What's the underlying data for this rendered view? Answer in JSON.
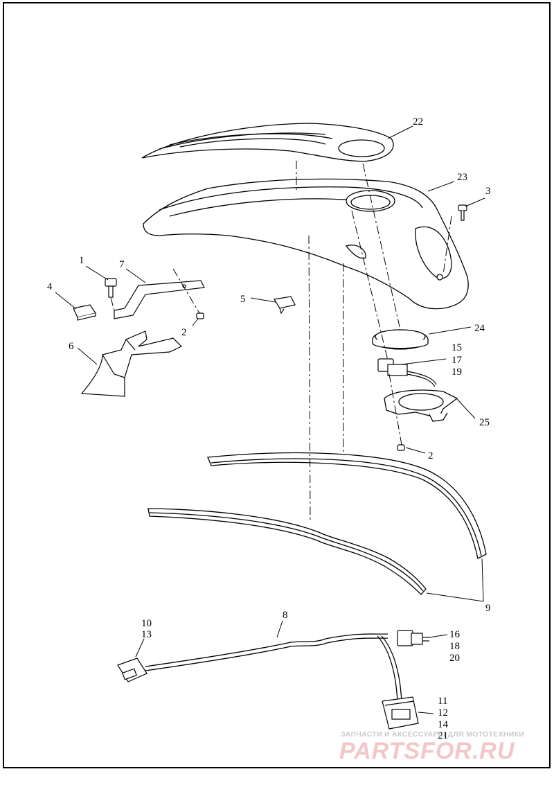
{
  "callouts": {
    "c1": "1",
    "c2a": "2",
    "c2b": "2",
    "c3": "3",
    "c4": "4",
    "c5": "5",
    "c6": "6",
    "c7": "7",
    "c8": "8",
    "c9": "9",
    "c10": "10",
    "c13": "13",
    "c11": "11",
    "c12": "12",
    "c14": "14",
    "c21": "21",
    "c15": "15",
    "c17": "17",
    "c19": "19",
    "c16": "16",
    "c18": "18",
    "c20": "20",
    "c22": "22",
    "c23": "23",
    "c24": "24",
    "c25": "25"
  },
  "watermark": {
    "tagline": "ЗАПЧАСТИ И АКСЕССУАРЫ ДЛЯ МОТОТЕХНИКИ",
    "logo": "PARTSFOR.RU"
  },
  "colors": {
    "line": "#000000",
    "background": "#ffffff",
    "watermark_text": "#c9c9c9",
    "watermark_logo": "#f2c7c7"
  }
}
